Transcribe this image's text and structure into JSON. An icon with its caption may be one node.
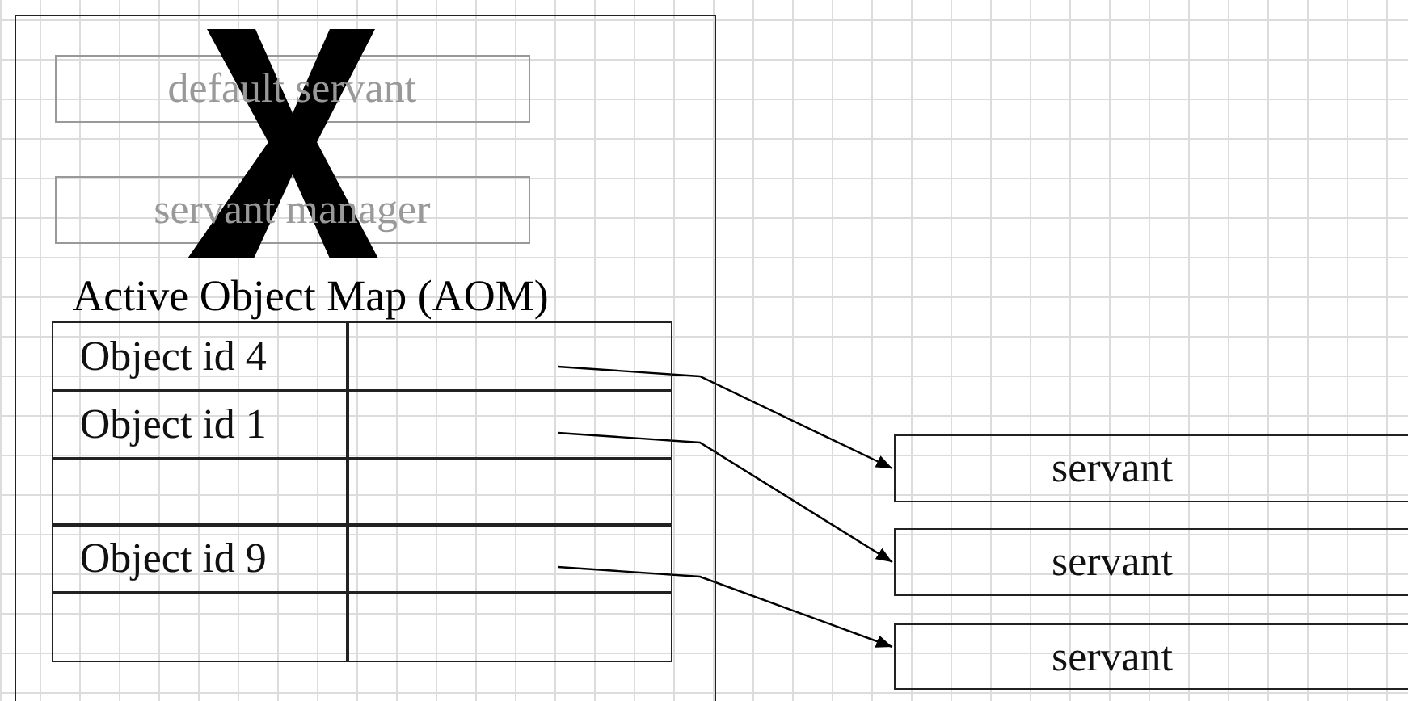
{
  "diagram": {
    "nodes": [
      {
        "text": [],
        "shape": "box"
      },
      {
        "text": [
          "default servant"
        ],
        "in": 0
      },
      {
        "text": [
          "servant manager"
        ],
        "in": 0
      },
      {
        "text": [
          "Active Object Map (AOM)"
        ],
        "in": 0
      },
      {
        "text": [
          "Object id 4"
        ],
        "in": 3
      },
      {
        "text": [],
        "shape": "box",
        "in": 3
      },
      {
        "text": [
          "Object id 1"
        ],
        "in": 3
      },
      {
        "text": [],
        "shape": "box",
        "in": 3
      },
      {
        "text": [
          "Object id 9"
        ],
        "in": 3
      },
      {
        "text": [],
        "shape": "box",
        "in": 3
      },
      {
        "text": [
          "servant"
        ]
      },
      {
        "text": [
          "servant"
        ]
      },
      {
        "text": [
          "servant"
        ]
      },
      {
        "text": [],
        "shape": "cross",
        "in": 0
      }
    ],
    "edges": [
      {
        "from": 5,
        "to": 10,
        "arrow": "to"
      },
      {
        "from": 7,
        "to": 11,
        "arrow": "to"
      },
      {
        "from": 9,
        "to": 12,
        "arrow": "to"
      }
    ]
  }
}
